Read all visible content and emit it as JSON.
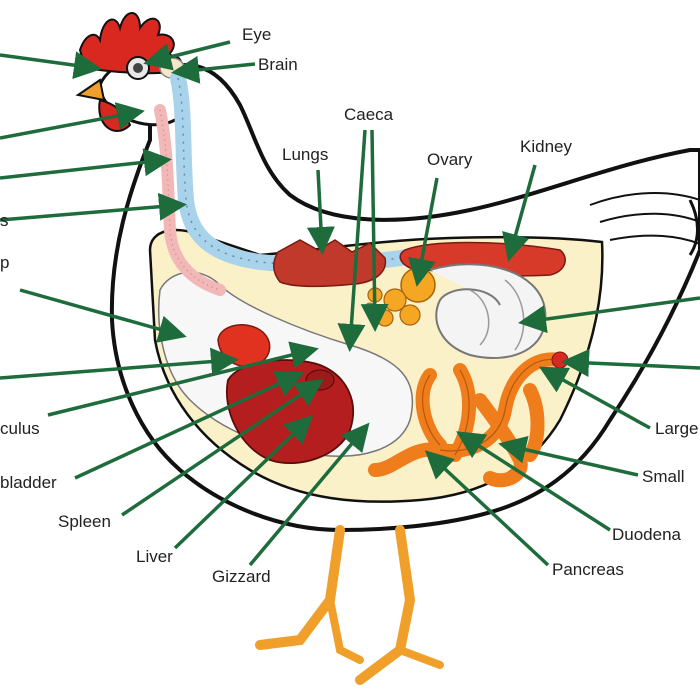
{
  "labels": {
    "eye": "Eye",
    "brain": "Brain",
    "caeca": "Caeca",
    "lungs": "Lungs",
    "ovary": "Ovary",
    "kidney": "Kidney",
    "crop": "p",
    "proventriculus": "culus",
    "gallbladder": "bladder",
    "spleen": "Spleen",
    "liver": "Liver",
    "gizzard": "Gizzard",
    "pancreas": "Pancreas",
    "duodenum": "Duodena",
    "small_intestine": "Small",
    "large_intestine": "Large",
    "left_partial": "s"
  },
  "colors": {
    "arrow": "#1e6b3c",
    "outline": "#111111",
    "comb": "#d8281f",
    "cavity": "#fbf1c9",
    "liver": "#b51e1e",
    "intestine": "#f07d1c",
    "legs": "#f0a02a",
    "spine": "#a9d3ea",
    "lungs": "#c0392b",
    "ovary": "#f5a623"
  }
}
